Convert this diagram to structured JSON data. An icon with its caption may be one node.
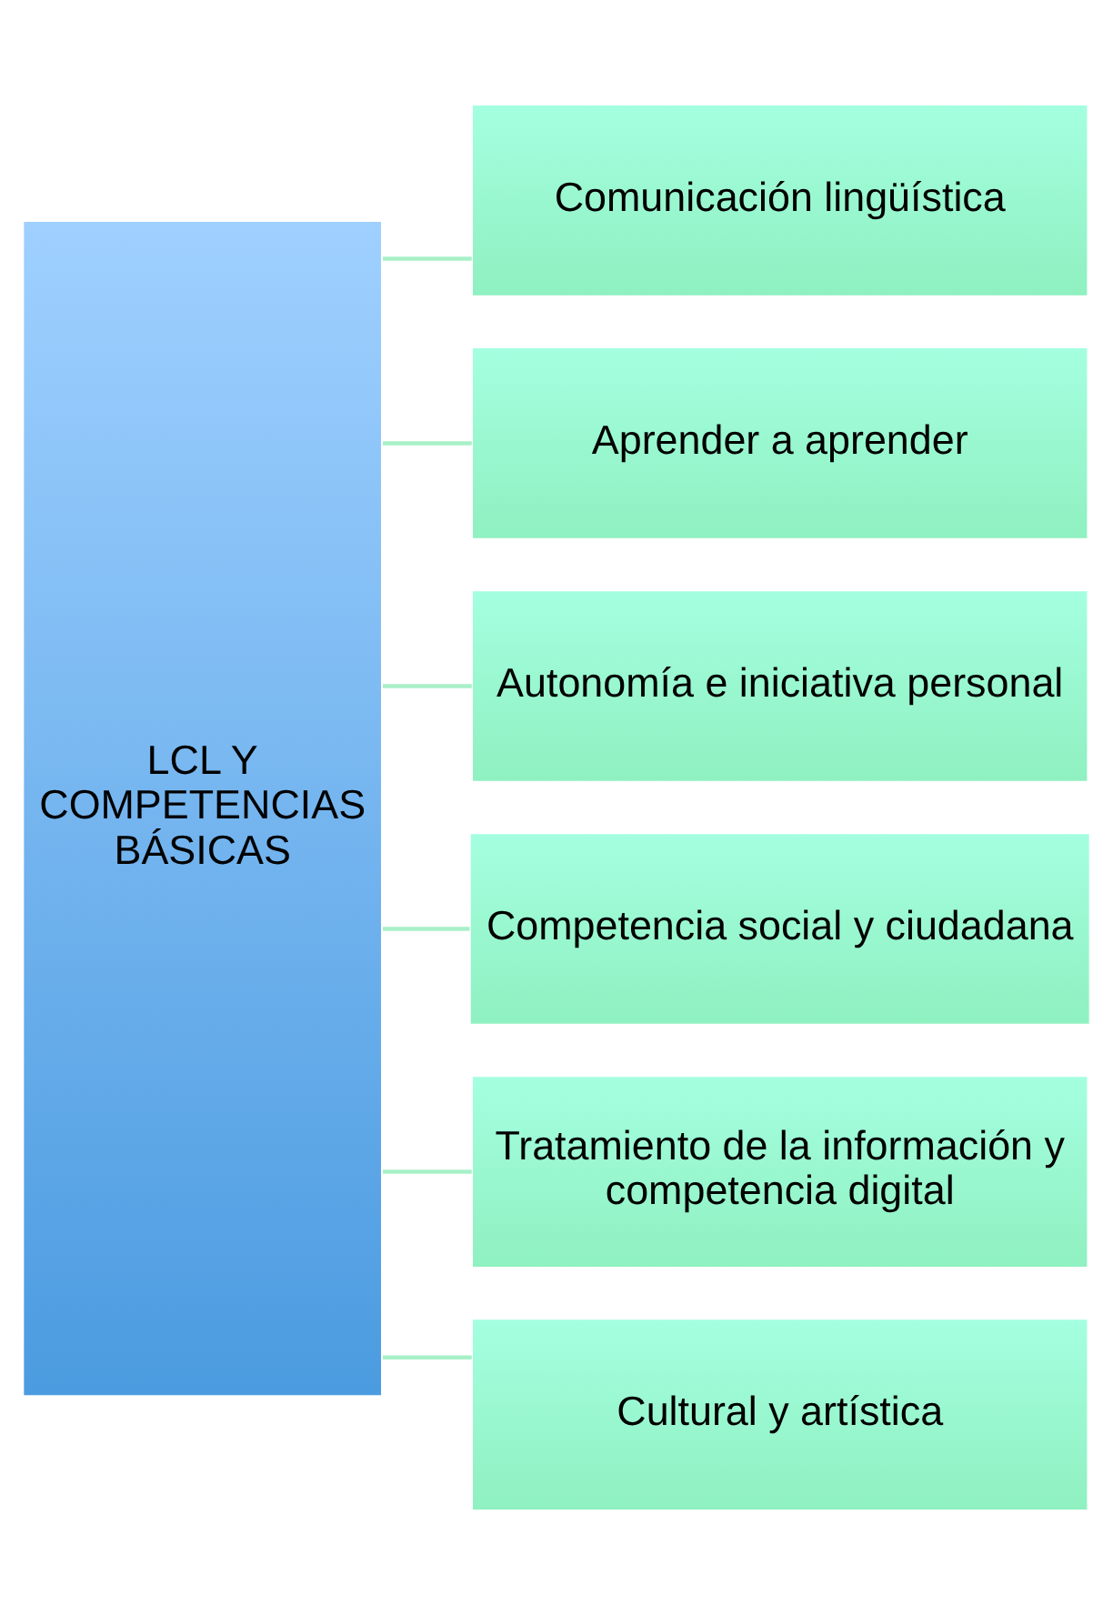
{
  "diagram": {
    "nodes": [
      {
        "text": [
          "LCL Y COMPETENCIAS BÁSICAS"
        ]
      },
      {
        "text": [
          "Comunicación lingüística"
        ]
      },
      {
        "text": [
          "Aprender a aprender"
        ]
      },
      {
        "text": [
          "Autonomía e iniciativa personal"
        ]
      },
      {
        "text": [
          "Competencia social y ciudadana"
        ]
      },
      {
        "text": [
          "Tratamiento de la información y competencia digital"
        ]
      },
      {
        "text": [
          "Cultural y artística"
        ]
      }
    ],
    "edges": [
      {
        "from": 0,
        "to": 1,
        "arrow": "none"
      },
      {
        "from": 0,
        "to": 2,
        "arrow": "none"
      },
      {
        "from": 0,
        "to": 3,
        "arrow": "none"
      },
      {
        "from": 0,
        "to": 4,
        "arrow": "none"
      },
      {
        "from": 0,
        "to": 5,
        "arrow": "none"
      },
      {
        "from": 0,
        "to": 6,
        "arrow": "none"
      }
    ]
  }
}
